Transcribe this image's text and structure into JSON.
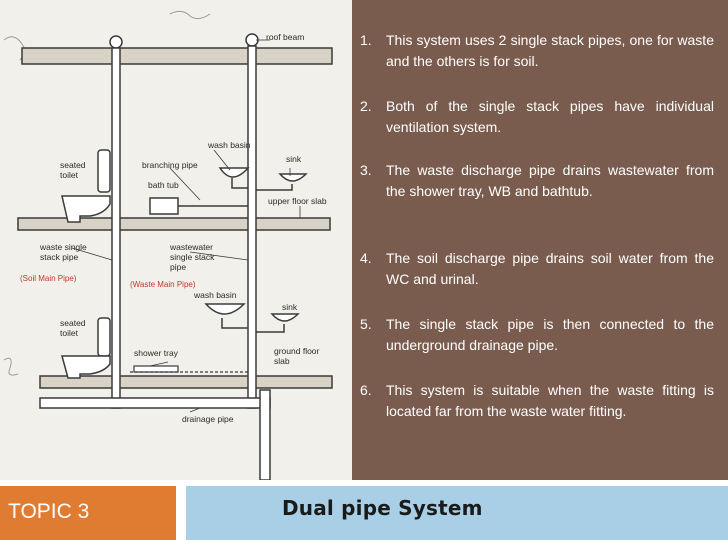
{
  "diagram": {
    "labels": {
      "roof_beam": "roof beam",
      "wash_basin_top": "wash basin",
      "sink_top": "sink",
      "branching_pipe": "branching pipe",
      "bath_tub": "bath tub",
      "seated_toilet_top": "seated\ntoilet",
      "upper_floor_slab": "upper floor slab",
      "waste_single_stack": "waste single\nstack pipe",
      "wastewater_single_stack": "wastewater\nsingle stack\npipe",
      "soil_main_pipe": "(Soil Main Pipe)",
      "waste_main_pipe": "(Waste Main Pipe)",
      "wash_basin_bottom": "wash basin",
      "seated_toilet_bottom": "seated\ntoilet",
      "sink_bottom": "sink",
      "shower_tray": "shower tray",
      "ground_floor_slab": "ground floor\nslab",
      "drainage_pipe": "drainage pipe"
    },
    "colors": {
      "pipe": "#3a3a3a",
      "slab": "#d8d3c6",
      "annotation": "#c0392b"
    }
  },
  "points": [
    {
      "num": "1.",
      "text": "This system uses 2 single stack pipes, one for waste and the others is for soil."
    },
    {
      "num": "2.",
      "text": "Both of the single stack pipes have individual ventilation system."
    },
    {
      "num": "3.",
      "text": "The waste discharge pipe drains wastewater  from the shower tray, WB and bathtub."
    },
    {
      "num": "4.",
      "text": "The soil discharge pipe drains soil water from the WC and urinal."
    },
    {
      "num": "5.",
      "text": "The single stack pipe is then connected to the underground drainage pipe."
    },
    {
      "num": "6.",
      "text": "This system is suitable when the waste fitting is located far from the waste water fitting."
    }
  ],
  "footer": {
    "topic": "TOPIC 3",
    "title": "Dual pipe System"
  },
  "colors": {
    "panel": "#7a5c4e",
    "topic_box": "#e07b32",
    "title_box": "#a8cfe6"
  }
}
